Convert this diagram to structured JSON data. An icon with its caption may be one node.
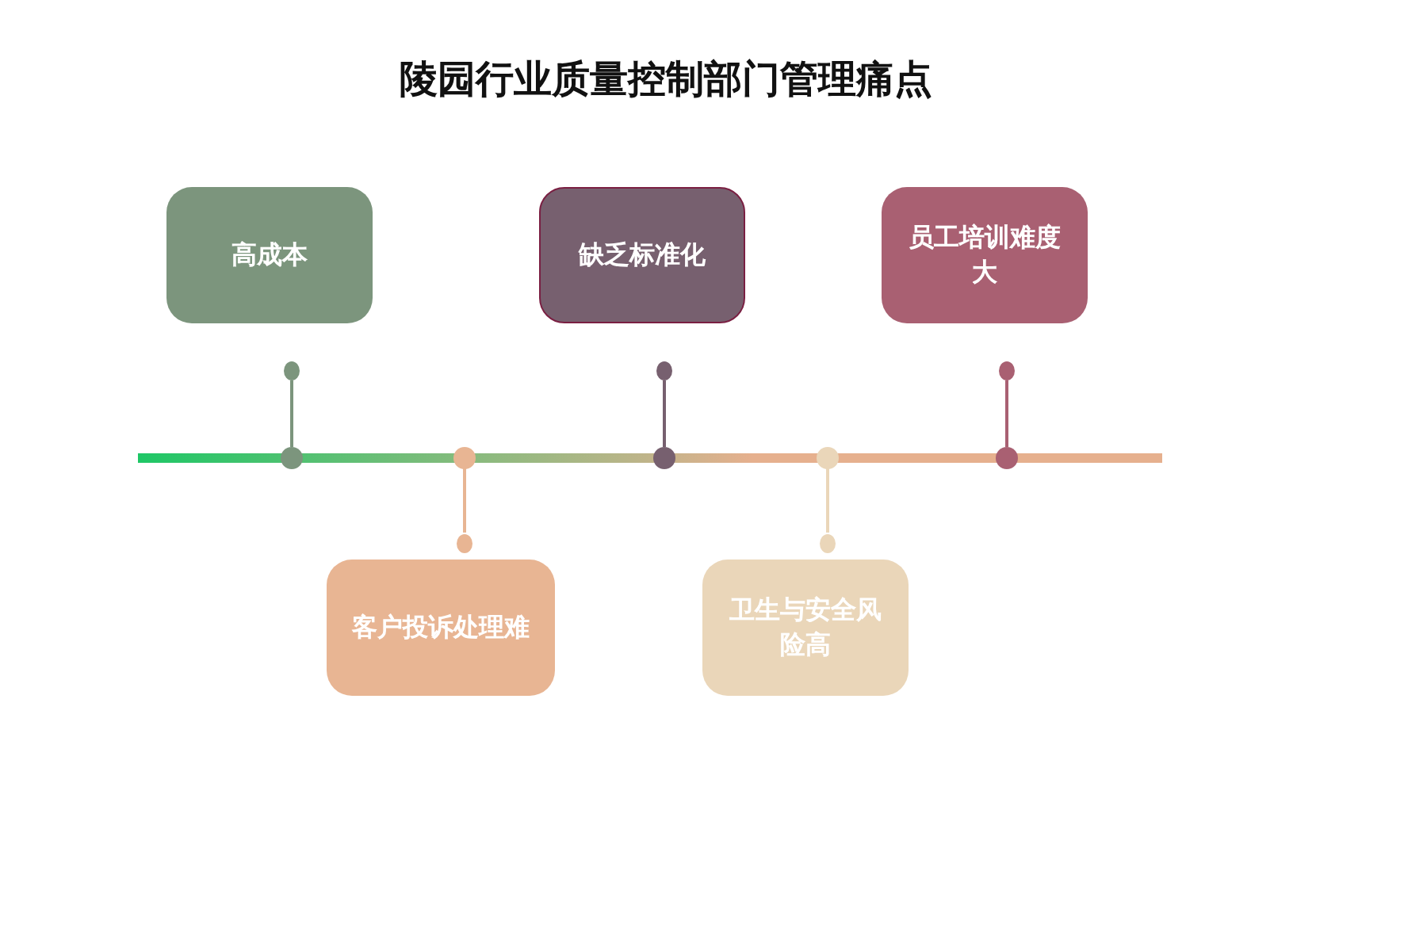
{
  "diagram": {
    "title": "陵园行业质量控制部门管理痛点",
    "nodes": [
      {
        "text": [
          "高成本"
        ]
      },
      {
        "text": [
          "客户投诉处理难"
        ]
      },
      {
        "text": [
          "缺乏标准化"
        ]
      },
      {
        "text": [
          "卫生与安全风险高"
        ]
      },
      {
        "text": [
          "员工培训难度大"
        ]
      }
    ]
  }
}
